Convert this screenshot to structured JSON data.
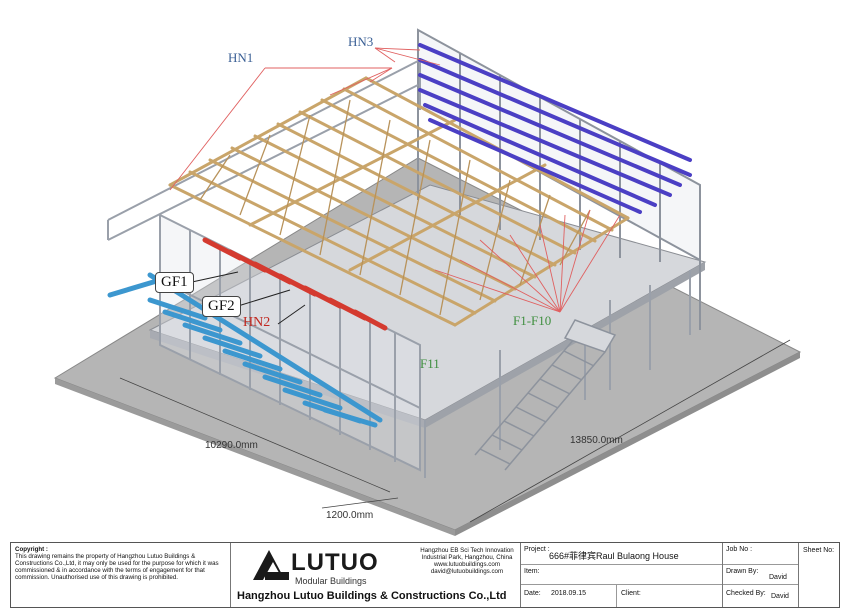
{
  "labels": {
    "hn1": "HN1",
    "hn3": "HN3",
    "gf1": "GF1",
    "gf2": "GF2",
    "hn2": "HN2",
    "f1f10": "F1-F10",
    "f11": "F11"
  },
  "dimensions": {
    "width_left": "10290.0mm",
    "width_right": "13850.0mm",
    "offset": "1200.0mm"
  },
  "titleblock": {
    "copyright_heading": "Copyright :",
    "copyright_text": "This drawing remains the property of Hangzhou Lutuo Buildings & Constructions Co.,Ltd, it may only be used for the purpose for which it was commissioned & in accordance with the terms of engagement for that commission. Unauthorised use of this drawing is prohibited.",
    "logo_word": "LUTUO",
    "logo_sub": "Modular Buildings",
    "company": "Hangzhou Lutuo Buildings & Constructions Co.,Ltd",
    "address_1": "Hangzhou EB Sci Tech Innovation",
    "address_2": "Industrial Park, Hangzhou, China",
    "website": "www.lutuobuildings.com",
    "email": "david@lutuobuildings.com",
    "project_key": "Project :",
    "project_value": "666#菲律宾Raul Bulaong House",
    "item_key": "Item:",
    "item_value": "",
    "date_key": "Date:",
    "date_value": "2018.09.15",
    "client_key": "Client:",
    "client_value": "",
    "jobno_key": "Job No :",
    "jobno_value": "",
    "drawnby_key": "Drawn By:",
    "drawnby_value": "David",
    "checkedby_key": "Checked By:",
    "checkedby_value": "David",
    "sheetno_key": "Sheet No:"
  },
  "colors": {
    "truss": "#c9a56a",
    "steel_frame": "#9aa0aa",
    "purple_purlin": "#4b3fc4",
    "blue_joist": "#3c97cf",
    "red_joist": "#d43a2f",
    "floor": "#d6d8dc",
    "ground": "#b5b5b5",
    "leader": "#e06060"
  }
}
